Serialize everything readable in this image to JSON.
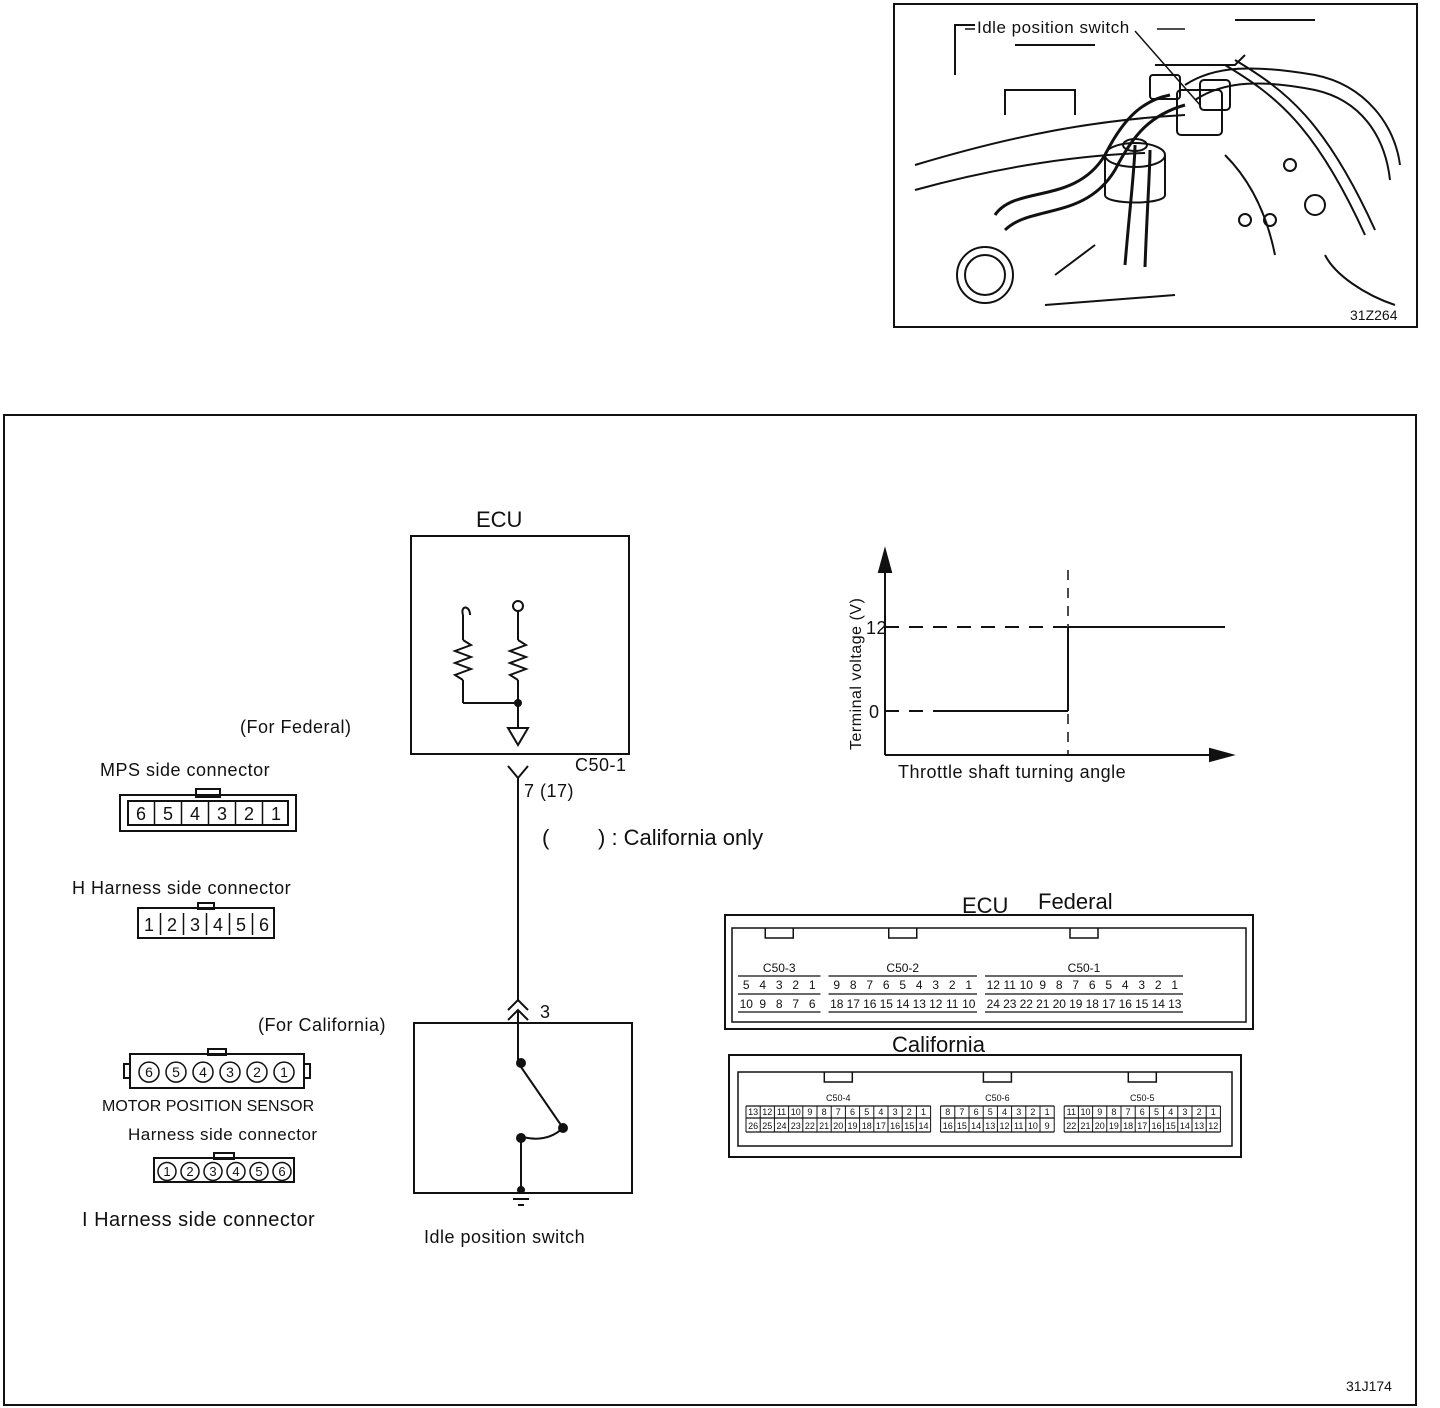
{
  "photo": {
    "caption": "Idle position switch",
    "ref": "31Z264"
  },
  "diagram": {
    "ref": "31J174",
    "ecu_title": "ECU",
    "ecu_connector": "C50-1",
    "ecu_pin": "7 (17)",
    "california_note_open": "(",
    "california_note_close": ") : California only",
    "switch_pin": "3",
    "for_federal": "(For Federal)",
    "for_california": "(For California)",
    "switch_label": "Idle position switch"
  },
  "connectors": {
    "mps_label": "MPS side connector",
    "mps_pins": [
      "6",
      "5",
      "4",
      "3",
      "2",
      "1"
    ],
    "h_label": "H Harness side connector",
    "h_pins": [
      "1",
      "2",
      "3",
      "4",
      "5",
      "6"
    ],
    "mps_cal_pins": [
      "6",
      "5",
      "4",
      "3",
      "2",
      "1"
    ],
    "motor_label": "MOTOR POSITION SENSOR",
    "motor_sub": "Harness side connector",
    "i_pins": [
      "1",
      "2",
      "3",
      "4",
      "5",
      "6"
    ],
    "i_label": "I Harness side connector"
  },
  "graph": {
    "ylabel": "Terminal voltage (V)",
    "xlabel": "Throttle shaft turning angle",
    "y_ticks": [
      "12",
      "0"
    ]
  },
  "ecu_federal": {
    "title_ecu": "ECU",
    "title_variant": "Federal",
    "groups": [
      {
        "name": "C50-3",
        "top": [
          "5",
          "4",
          "3",
          "2",
          "1"
        ],
        "bottom": [
          "10",
          "9",
          "8",
          "7",
          "6"
        ]
      },
      {
        "name": "C50-2",
        "top": [
          "9",
          "8",
          "7",
          "6",
          "5",
          "4",
          "3",
          "2",
          "1"
        ],
        "bottom": [
          "18",
          "17",
          "16",
          "15",
          "14",
          "13",
          "12",
          "11",
          "10"
        ]
      },
      {
        "name": "C50-1",
        "top": [
          "12",
          "11",
          "10",
          "9",
          "8",
          "7",
          "6",
          "5",
          "4",
          "3",
          "2",
          "1"
        ],
        "bottom": [
          "24",
          "23",
          "22",
          "21",
          "20",
          "19",
          "18",
          "17",
          "16",
          "15",
          "14",
          "13"
        ]
      }
    ]
  },
  "ecu_california": {
    "title": "California",
    "groups": [
      {
        "name": "C50-4",
        "top": [
          "13",
          "12",
          "11",
          "10",
          "9",
          "8",
          "7",
          "6",
          "5",
          "4",
          "3",
          "2",
          "1"
        ],
        "bottom": [
          "26",
          "25",
          "24",
          "23",
          "22",
          "21",
          "20",
          "19",
          "18",
          "17",
          "16",
          "15",
          "14"
        ]
      },
      {
        "name": "C50-6",
        "top": [
          "8",
          "7",
          "6",
          "5",
          "4",
          "3",
          "2",
          "1"
        ],
        "bottom": [
          "16",
          "15",
          "14",
          "13",
          "12",
          "11",
          "10",
          "9"
        ]
      },
      {
        "name": "C50-5",
        "top": [
          "11",
          "10",
          "9",
          "8",
          "7",
          "6",
          "5",
          "4",
          "3",
          "2",
          "1"
        ],
        "bottom": [
          "22",
          "21",
          "20",
          "19",
          "18",
          "17",
          "16",
          "15",
          "14",
          "13",
          "12"
        ]
      }
    ]
  }
}
